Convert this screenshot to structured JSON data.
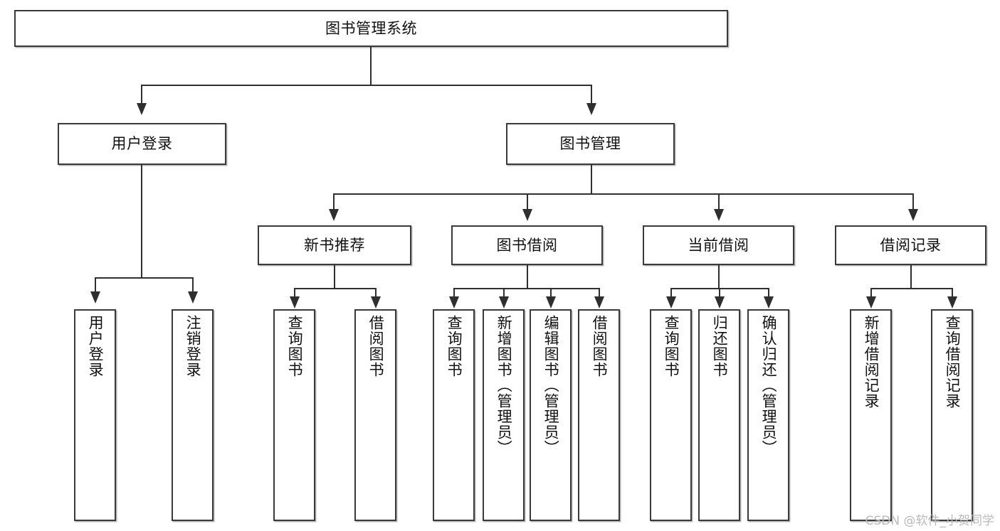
{
  "diagram": {
    "type": "tree",
    "title": "图书管理系统",
    "watermark": "CSDN @软件_小贺同学",
    "colors": {
      "box_border": "#3a3a3a",
      "connector": "#2f2f2f",
      "background": "#ffffff",
      "text": "#111111",
      "watermark": "#b9b9b9"
    },
    "nodes": {
      "root": {
        "label": "图书管理系统"
      },
      "level2": [
        {
          "label": "用户登录"
        },
        {
          "label": "图书管理"
        }
      ],
      "level3": [
        {
          "label": "新书推荐"
        },
        {
          "label": "图书借阅"
        },
        {
          "label": "当前借阅"
        },
        {
          "label": "借阅记录"
        }
      ],
      "leaves": {
        "user_login": [
          {
            "label": "用户登录"
          },
          {
            "label": "注销登录"
          }
        ],
        "new_book_recommend": [
          {
            "label": "查询图书"
          },
          {
            "label": "借阅图书"
          }
        ],
        "book_borrow": [
          {
            "label": "查询图书"
          },
          {
            "label": "新增图书（管理员）"
          },
          {
            "label": "编辑图书（管理员）"
          },
          {
            "label": "借阅图书"
          }
        ],
        "current_borrow": [
          {
            "label": "查询图书"
          },
          {
            "label": "归还图书"
          },
          {
            "label": "确认归还（管理员）"
          }
        ],
        "borrow_record": [
          {
            "label": "新增借阅记录"
          },
          {
            "label": "查询借阅记录"
          }
        ]
      }
    }
  }
}
